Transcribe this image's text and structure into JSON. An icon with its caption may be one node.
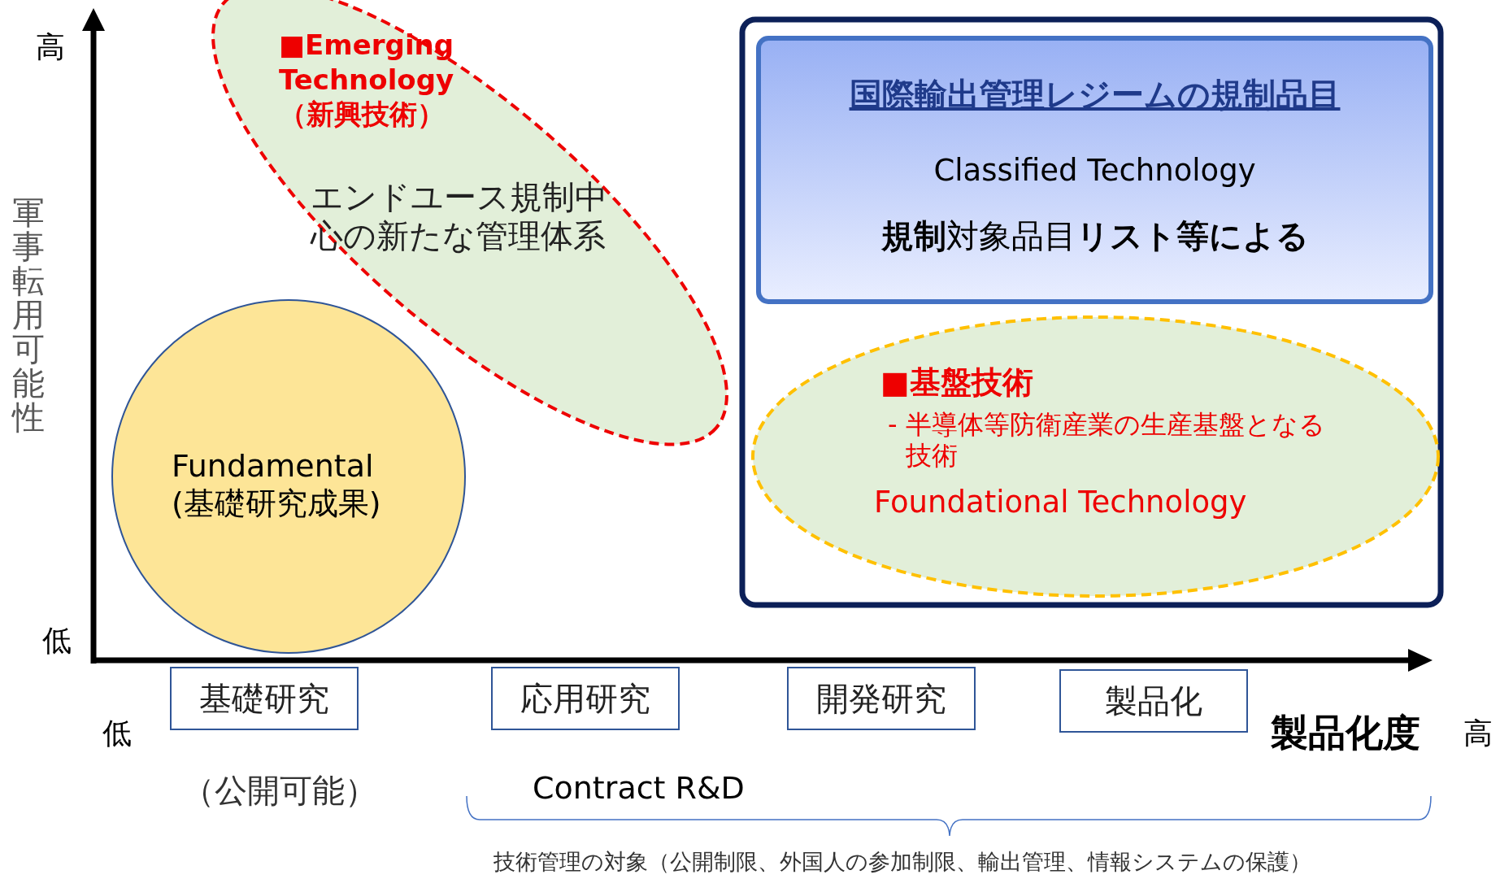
{
  "diagram": {
    "nodes": [
      {
        "text": [
          "■Emerging Technology（新興技術）",
          "エンドユース規制中心の新たな管理体系"
        ]
      },
      {
        "text": [
          "Fundamental (基礎研究成果)"
        ]
      },
      {
        "text": [],
        "shape": "box"
      },
      {
        "text": [
          "国際輸出管理レジームの規制品目",
          "Classified Technology",
          "**規制**対象品目**リスト等による**"
        ],
        "in": 2
      },
      {
        "text": [
          "■基盤技術",
          "- 半導体等防衛産業の生産基盤となる技術",
          "Foundational Technology"
        ],
        "in": 2
      },
      {
        "text": [
          "基礎研究"
        ]
      },
      {
        "text": [
          "応用研究"
        ]
      },
      {
        "text": [
          "開発研究"
        ]
      },
      {
        "text": [
          "製品化"
        ]
      }
    ],
    "labels": [
      "高",
      "軍事転用可能性",
      "低",
      "低",
      "製品化度",
      "高",
      "（公開可能）",
      "Contract R&D",
      "技術管理の対象（公開制限、外国人の参加制限、輸出管理、情報システムの保護）"
    ]
  }
}
